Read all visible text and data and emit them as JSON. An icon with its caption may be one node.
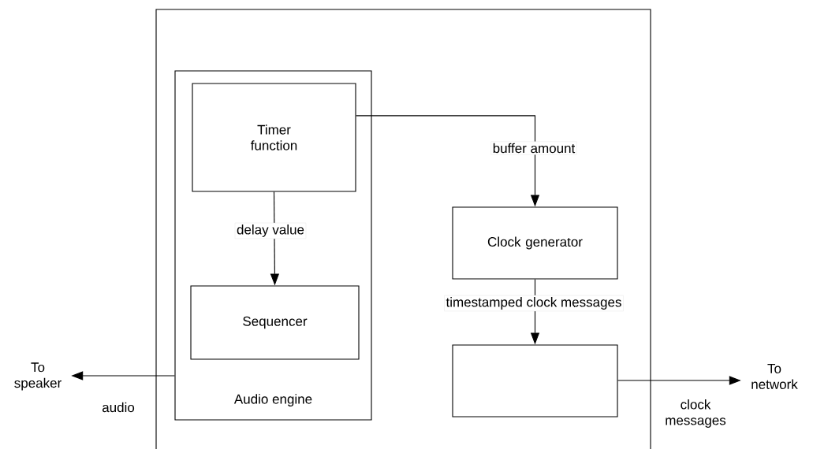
{
  "diagram": {
    "nodes": [
      {
        "text": [],
        "shape": "box"
      },
      {
        "text": [
          "Audio engine"
        ],
        "in": 0
      },
      {
        "text": [
          "Timer function"
        ],
        "in": 1
      },
      {
        "text": [
          "Sequencer"
        ],
        "in": 1
      },
      {
        "text": [
          "Clock generator"
        ],
        "in": 0
      },
      {
        "text": [],
        "shape": "box",
        "in": 0
      },
      {
        "text": [
          "To speaker"
        ]
      },
      {
        "text": [
          "To network"
        ]
      }
    ],
    "edges": [
      {
        "from": 2,
        "to": 4,
        "arrow": "to",
        "label": "buffer amount"
      },
      {
        "from": 2,
        "to": 3,
        "arrow": "to",
        "label": "delay value"
      },
      {
        "from": 4,
        "to": 5,
        "arrow": "to",
        "label": "timestamped clock messages"
      },
      {
        "from": 1,
        "to": 6,
        "arrow": "to",
        "label": "audio"
      },
      {
        "from": 5,
        "to": 7,
        "arrow": "to",
        "label": "clock messages"
      }
    ]
  }
}
